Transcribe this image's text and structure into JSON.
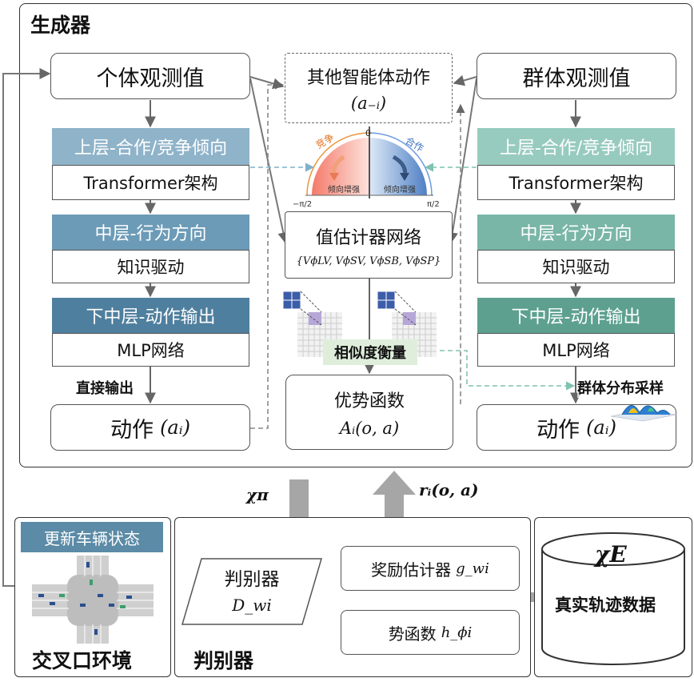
{
  "generator": {
    "title": "生成器"
  },
  "left_column": {
    "top": "个体观测值",
    "layer1": "上层-合作/竞争倾向",
    "layer1_sub": "Transformer架构",
    "layer2": "中层-行为方向",
    "layer2_sub": "知识驱动",
    "layer3": "下中层-动作输出",
    "layer3_sub": "MLP网络",
    "note": "直接输出",
    "action_label": "动作",
    "action_math": "(aᵢ)"
  },
  "right_column": {
    "top": "群体观测值",
    "layer1": "上层-合作/竞争倾向",
    "layer1_sub": "Transformer架构",
    "layer2": "中层-行为方向",
    "layer2_sub": "知识驱动",
    "layer3": "下中层-动作输出",
    "layer3_sub": "MLP网络",
    "note": "群体分布采样",
    "action_label": "动作",
    "action_math": "(aᵢ)"
  },
  "center": {
    "other_agents": "其他智能体动作",
    "other_agents_math": "(a₋ᵢ)",
    "gauge": {
      "left_label": "竞争",
      "right_label": "合作",
      "left_text": "倾向增强",
      "right_text": "倾向增强",
      "zero": "0",
      "left_tick": "−π/2",
      "right_tick": "π/2"
    },
    "value_net": "值估计器网络",
    "value_net_math": "{VϕLV, VϕSV, VϕSB, VϕSP}",
    "similarity": "相似度衡量",
    "advantage": "优势函数",
    "advantage_math": "Aᵢ(o, a)"
  },
  "arrows": {
    "chi_pi": "χπ",
    "reward": "rᵢ(o, a)"
  },
  "env": {
    "update": "更新车辆状态",
    "title": "交叉口环境"
  },
  "discriminator": {
    "title": "判别器",
    "box": "判别器",
    "box_math": "D_wi",
    "reward_est": "奖励估计器",
    "reward_math": "g_wi",
    "potential": "势函数",
    "potential_math": "h_ϕi"
  },
  "data_store": {
    "symbol": "χE",
    "label": "真实轨迹数据"
  },
  "colors": {
    "left_light": "#8fb3c9",
    "left_mid": "#6c9bb7",
    "left_dark": "#4f7f9e",
    "right_light": "#98cbbf",
    "right_mid": "#79b6a7",
    "right_dark": "#5ea090",
    "env_label": "#5b8ba6",
    "similarity_bg": "#dfeedb",
    "gray_arrow": "#a6a6a6"
  }
}
